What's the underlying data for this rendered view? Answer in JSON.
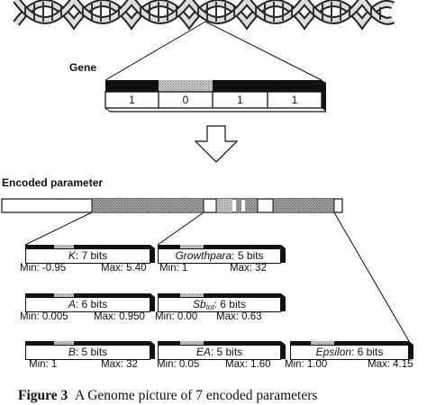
{
  "gene_label": "Gene",
  "gene_bits": [
    "1",
    "0",
    "1",
    "1"
  ],
  "encoded_label": "Encoded parameter",
  "parameters": [
    {
      "name": "K",
      "bits_text": ": 7 bits",
      "min_text": "Min: -0.95",
      "max_text": "Max: 5.40"
    },
    {
      "name": "Growthpara",
      "bits_text": ": 5 bits",
      "min_text": "Min: 1",
      "max_text": "Max: 32"
    },
    {
      "name": "A",
      "bits_text": ": 6 bits",
      "min_text": "Min: 0.005",
      "max_text": "Max: 0.950"
    },
    {
      "name": "Sb",
      "name_sub": "tot",
      "bits_text": ": 6 bits",
      "min_text": "Min: 0.00",
      "max_text": "Max: 0.63"
    },
    {
      "name": "B",
      "bits_text": ": 5 bits",
      "min_text": "Min: 1",
      "max_text": "Max: 32"
    },
    {
      "name": "EA",
      "bits_text": ": 5 bits",
      "min_text": "Min: 0.05",
      "max_text": "Max: 1.60"
    },
    {
      "name": "Epsilon",
      "bits_text": ": 6 bits",
      "min_text": "Min: 1.00",
      "max_text": "Max: 4.15"
    }
  ],
  "caption": {
    "label": "Figure 3",
    "text": "A Genome picture of 7 encoded parameters"
  }
}
